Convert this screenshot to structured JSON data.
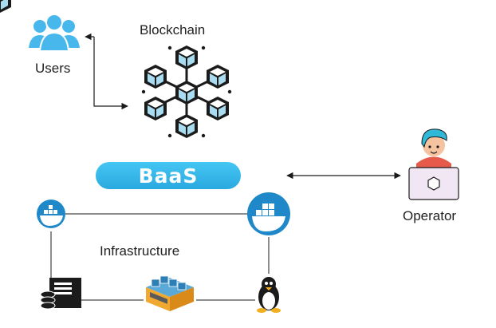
{
  "labels": {
    "blockchain": "Blockchain",
    "users": "Users",
    "baas": "BaaS",
    "operator": "Operator",
    "infrastructure": "Infrastructure"
  },
  "icons": {
    "users": "users-group-icon",
    "blockchain": "blockchain-cubes-icon",
    "operator": "operator-laptop-icon",
    "docker_left": "docker-icon",
    "docker_right": "docker-icon",
    "server": "server-rack-icon",
    "vmware": "vmware-cluster-icon",
    "linux": "linux-penguin-icon"
  },
  "colors": {
    "accent_blue": "#2aa9e0",
    "users_blue": "#48b8ec",
    "docker_blue": "#1e88c8",
    "cube_fill": "#a9dcf0",
    "outline": "#1b1b1b",
    "operator_shirt": "#e55a4a",
    "operator_hair": "#2fb8d8",
    "laptop": "#f1e6f4",
    "vmware_orange": "#f0a830"
  }
}
